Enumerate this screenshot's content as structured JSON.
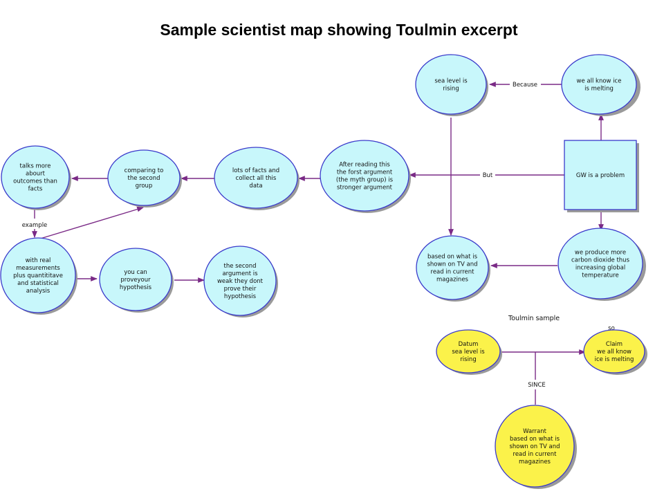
{
  "title": "Sample scientist map showing Toulmin excerpt",
  "colors": {
    "node_fill": "#c8f7fb",
    "node_fill_yellow": "#fbf24a",
    "edge": "#7a2a86",
    "border": "#3a3acb"
  },
  "nodes": {
    "talks_more": "talks more\nabourt\noutcomes than\nfacts",
    "comparing": "comparing  to\nthe second\ngroup",
    "lots_facts": "lots of facts and\ncollect all this\ndata",
    "after_reading": "After reading this\nthe forst argument\n(the myth group) is\nstronger argument",
    "sea_level": "sea level is\nrising",
    "ice_melting": "we all know ice\nis melting",
    "gw_problem": "GW is a problem",
    "based_on_what": "based on what is\nshown on TV and\nread in current\nmagazines",
    "produce_co2": "we produce more\ncarbon dioxide thus\nincreasing global\ntemperature",
    "real_measurements": "with real\nmeasurements\nplus quantititave\nand statistical\nanalysis",
    "prove_hypothesis": "you can\nproveyour\nhypothesis",
    "second_weak": "the second\nargument is\nweak they dont\nprove their\nhypothesis",
    "datum": "Datum\nsea level is\nrising",
    "claim": "Claim\nwe all know\nice is melting",
    "warrant": "Warrant\nbased on what is\nshown on TV and\nread in current\nmagazines"
  },
  "edge_labels": {
    "because": "Because",
    "but": "But",
    "example": "example",
    "since": "SINCE",
    "so": "so"
  },
  "toulmin_caption": "Toulmin  sample"
}
